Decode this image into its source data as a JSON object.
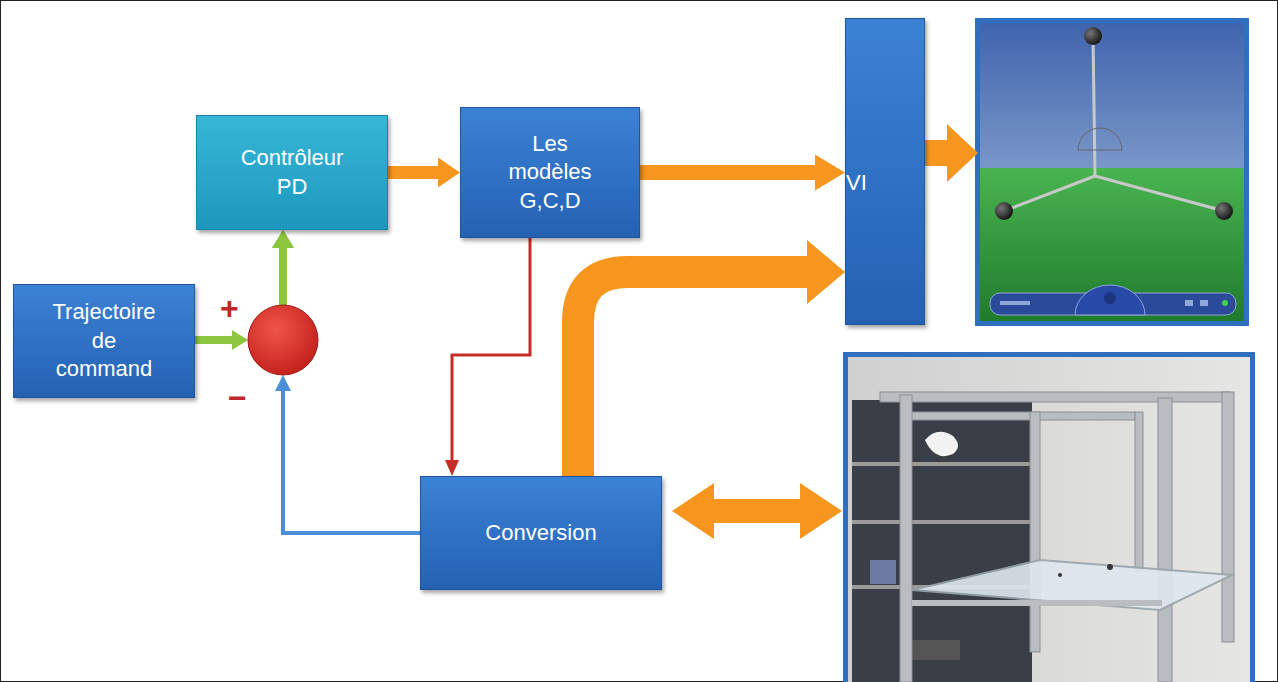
{
  "diagram": {
    "nodes": [
      {
        "text": [
          "Contrôleur PD"
        ]
      },
      {
        "text": [
          "Les modèles G,C,D"
        ]
      },
      {
        "text": [
          "VI"
        ]
      },
      {
        "text": [
          "Trajectoire de command"
        ]
      },
      {
        "text": [
          "Conversion"
        ]
      }
    ],
    "edges": [
      {
        "from": 0,
        "to": 1,
        "arrow": "to"
      },
      {
        "from": 1,
        "to": 2,
        "arrow": "to"
      },
      {
        "from": 1,
        "to": 4,
        "arrow": "to"
      },
      {
        "from": 4,
        "to": 2,
        "arrow": "to"
      },
      {
        "from": 3,
        "to": 0,
        "arrow": "to"
      },
      {
        "from": 4,
        "to": 0,
        "arrow": "to"
      }
    ],
    "labels": [
      "+",
      "−"
    ]
  }
}
